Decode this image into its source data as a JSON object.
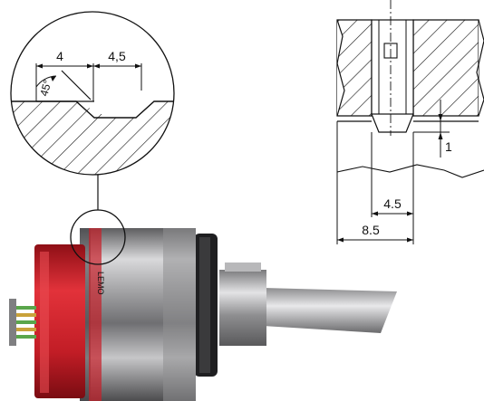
{
  "detail_view": {
    "dimensions": {
      "width_left": "4",
      "width_right": "4,5",
      "angle": "45°"
    }
  },
  "section_view": {
    "dimensions": {
      "depth": "1",
      "inner_width": "4.5",
      "outer_width": "8.5"
    }
  },
  "product": {
    "sleeve_marking": "LEMO",
    "colors": {
      "red_collar": "#c8202a",
      "body_metal": "#9a9a9c",
      "dark_ring": "#222222"
    }
  }
}
